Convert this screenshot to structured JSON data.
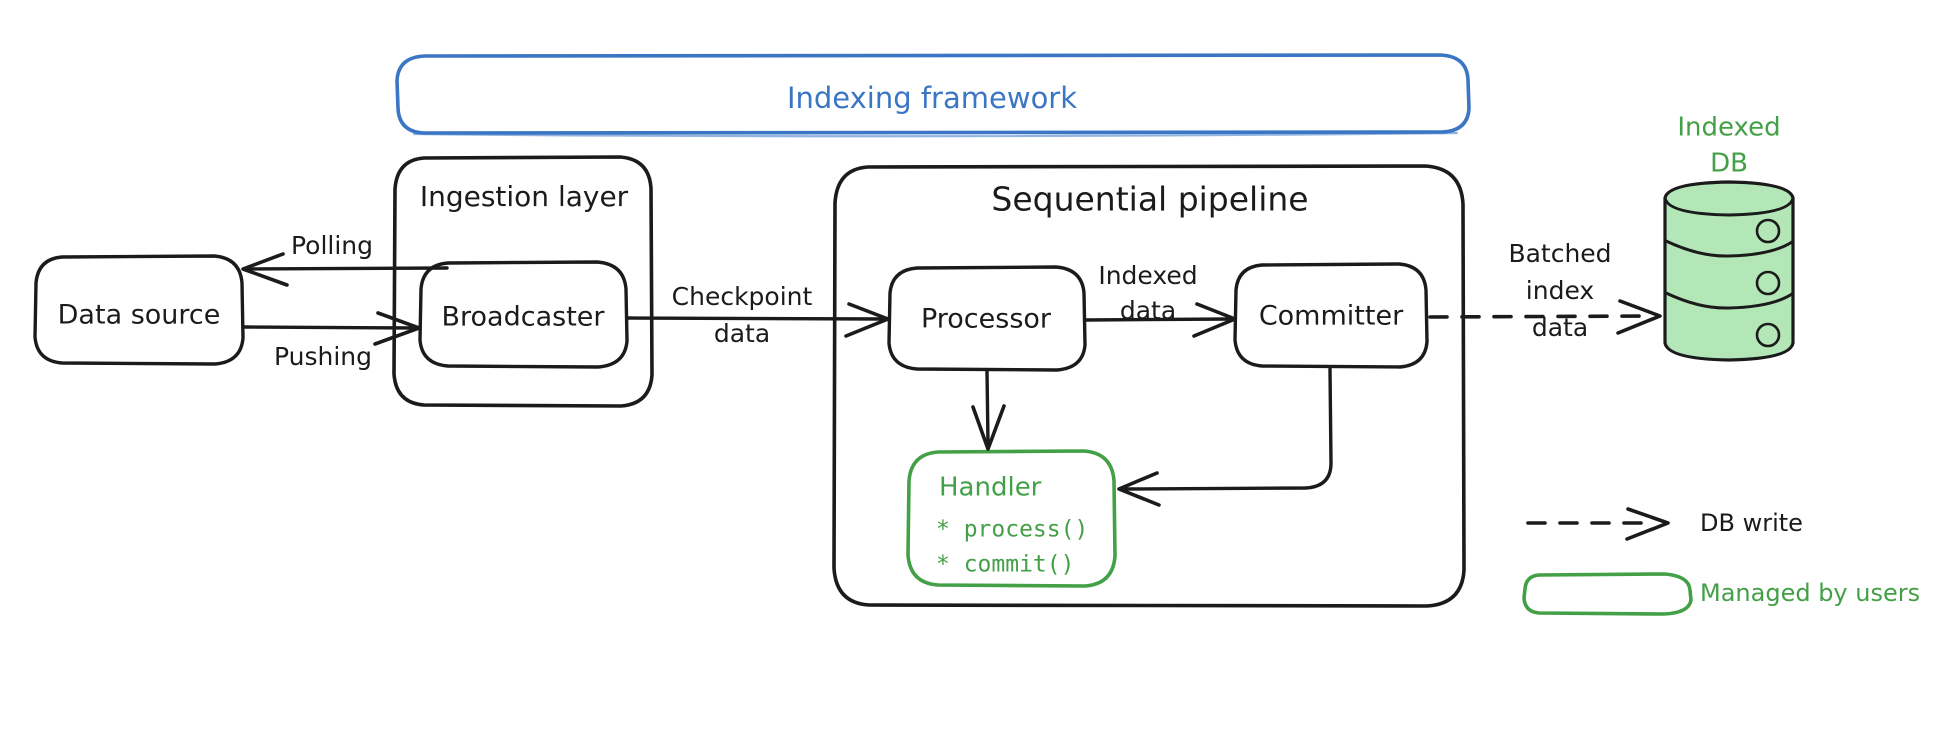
{
  "diagram": {
    "title": "Indexing framework architecture",
    "colors": {
      "framework_blue": "#3b76c4",
      "user_green": "#43a047",
      "db_fill": "#b4e7b8",
      "stroke_black": "#1b1b1b",
      "background": "#ffffff"
    },
    "framework": {
      "label": "Indexing framework"
    },
    "containers": {
      "ingestion": {
        "label": "Ingestion layer"
      },
      "pipeline": {
        "label": "Sequential pipeline"
      }
    },
    "nodes": {
      "data_source": {
        "label": "Data source"
      },
      "broadcaster": {
        "label": "Broadcaster"
      },
      "processor": {
        "label": "Processor"
      },
      "committer": {
        "label": "Committer"
      },
      "handler": {
        "label": "Handler",
        "methods": [
          "* process()",
          "* commit()"
        ]
      },
      "database": {
        "label_line1": "Indexed",
        "label_line2": "DB"
      }
    },
    "edges": {
      "polling": {
        "label": "Polling"
      },
      "pushing": {
        "label": "Pushing"
      },
      "checkpoint": {
        "label_line1": "Checkpoint",
        "label_line2": "data"
      },
      "indexed": {
        "label_line1": "Indexed",
        "label_line2": "data"
      },
      "batched": {
        "label_line1": "Batched",
        "label_line2": "index",
        "label_line3": "data"
      }
    },
    "legend": {
      "items": [
        {
          "label": "DB write",
          "style": "dashed-arrow"
        },
        {
          "label": "Managed by users",
          "style": "green-rounded-box"
        }
      ]
    }
  }
}
